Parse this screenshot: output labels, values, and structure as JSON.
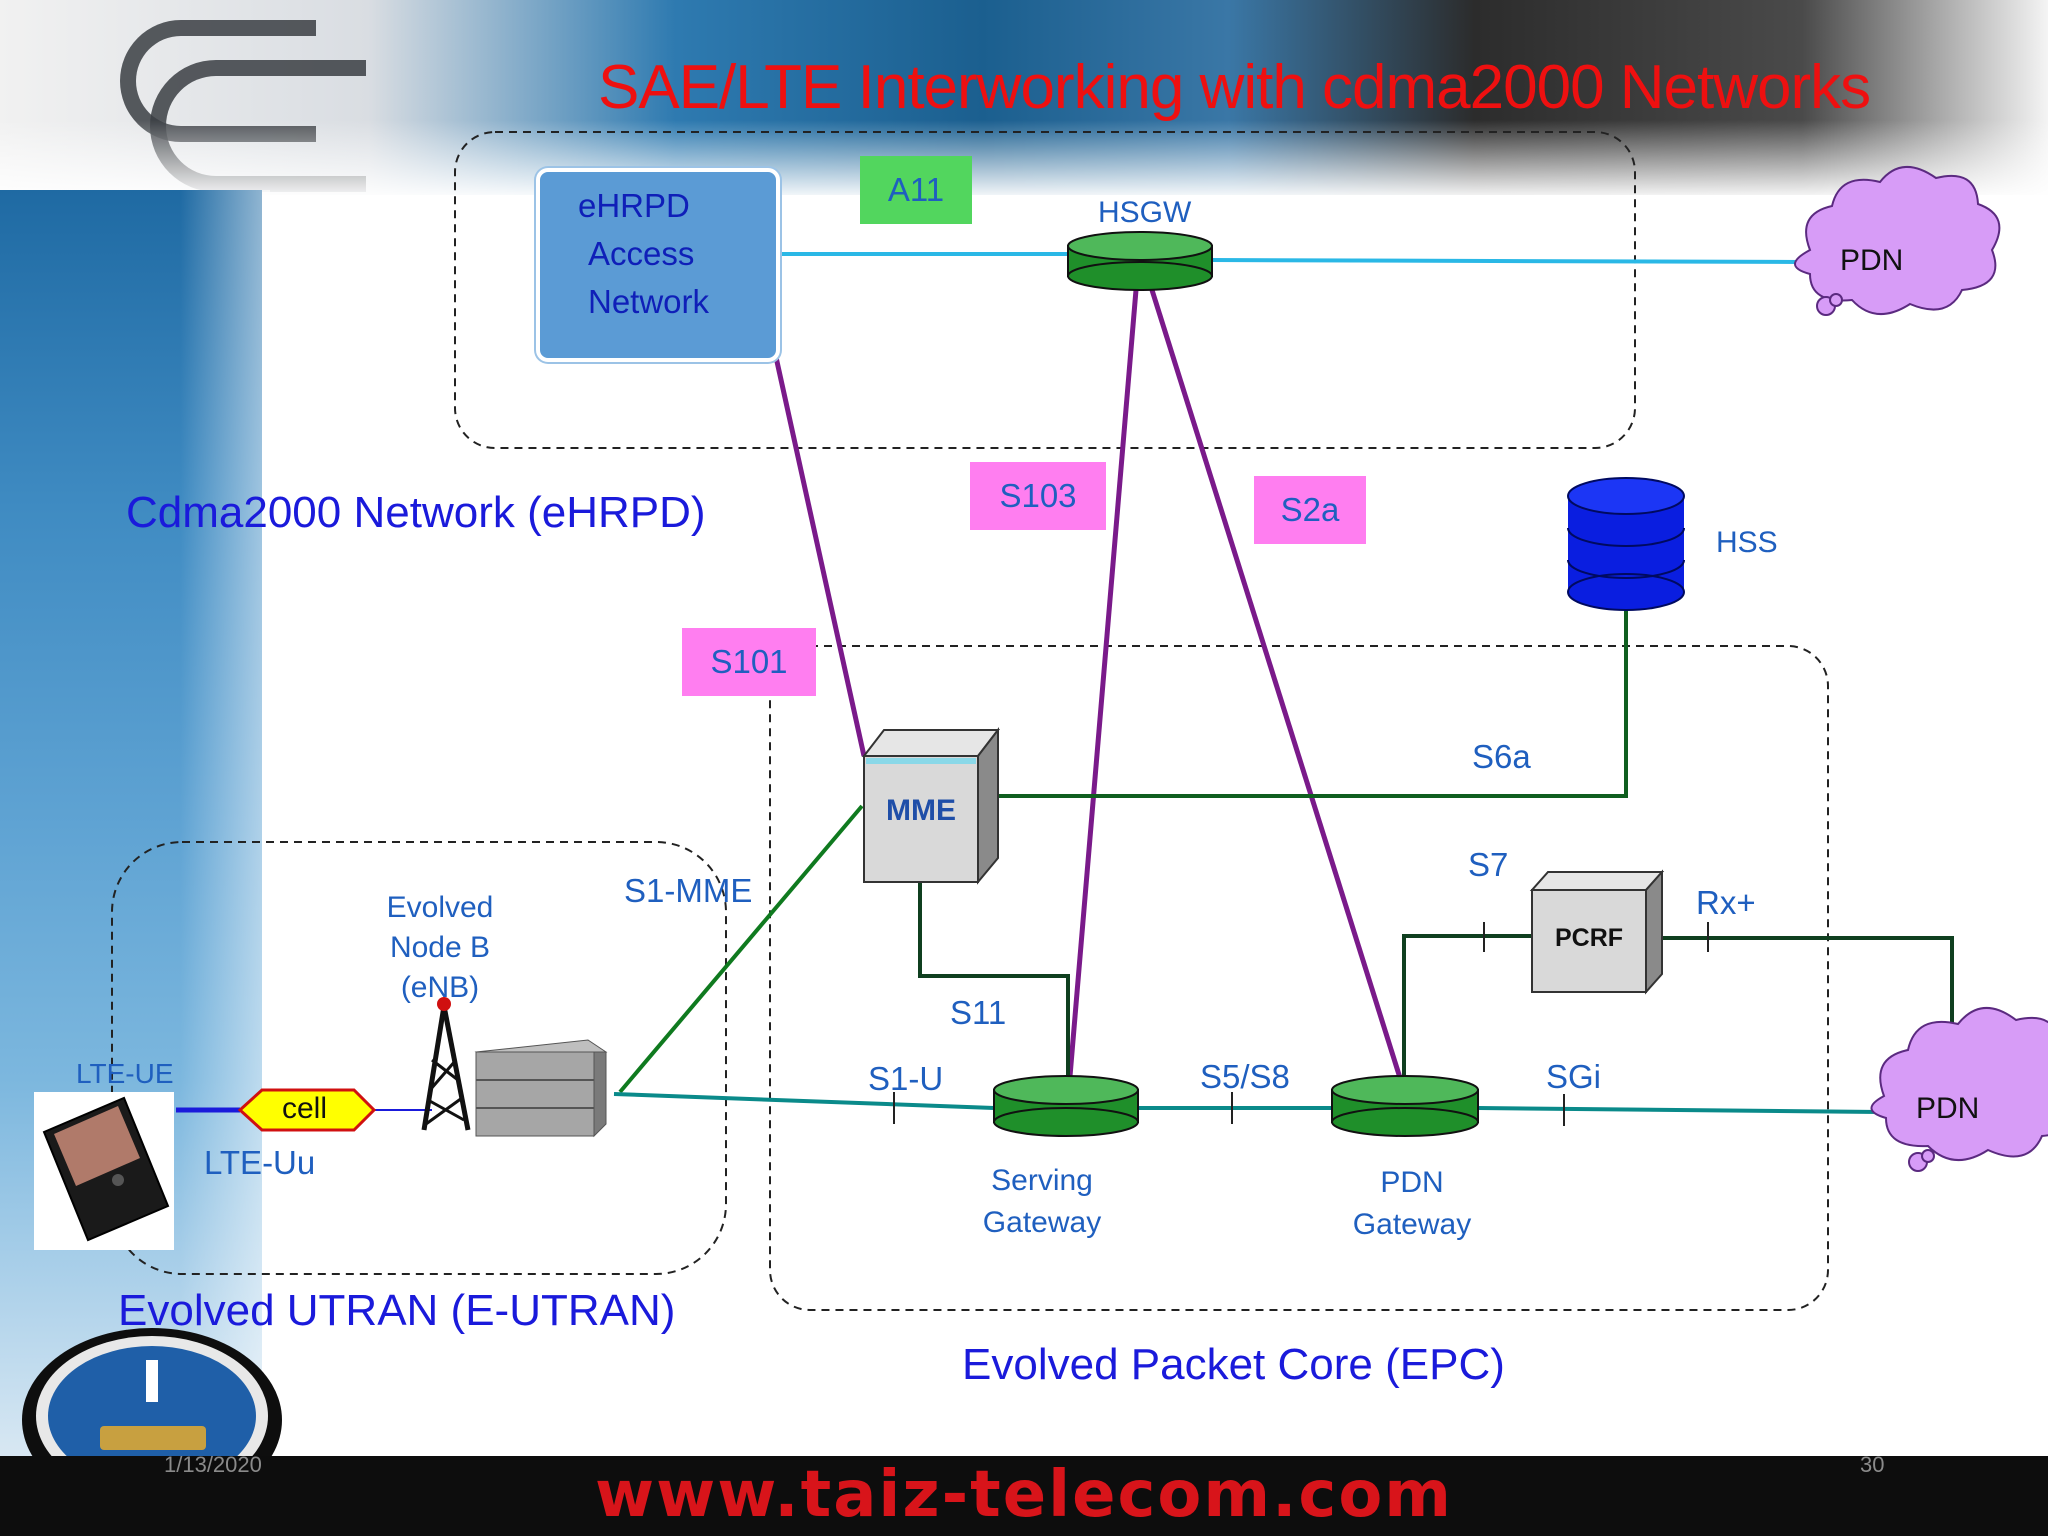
{
  "title": "SAE/LTE Interworking with cdma2000 Networks",
  "regions": {
    "cdma": "Cdma2000 Network (eHRPD)",
    "eutran": "Evolved UTRAN (E-UTRAN)",
    "epc": "Evolved Packet Core (EPC)"
  },
  "nodes": {
    "ehrpd_an": [
      "eHRPD",
      "Access",
      "Network"
    ],
    "hsgw": "HSGW",
    "pdn_top": "PDN",
    "pdn_right": "PDN",
    "hss": "HSS",
    "mme": "MME",
    "pcrf": "PCRF",
    "enb": [
      "Evolved",
      "Node B",
      "(eNB)"
    ],
    "serving_gw": [
      "Serving",
      "Gateway"
    ],
    "pdn_gw": [
      "PDN",
      "Gateway"
    ],
    "cell": "cell",
    "ue": "LTE-UE"
  },
  "interfaces": {
    "a11": "A11",
    "s103": "S103",
    "s2a": "S2a",
    "s101": "S101",
    "s6a": "S6a",
    "s7": "S7",
    "rx": "Rx+",
    "s1mme": "S1-MME",
    "s11": "S11",
    "s1u": "S1-U",
    "s5s8": "S5/S8",
    "sgi": "SGi",
    "lteuu": "LTE-Uu"
  },
  "footer": {
    "url": "www.taiz-telecom.com",
    "date": "1/13/2020",
    "page": "30"
  },
  "colors": {
    "title": "#ee1010",
    "label_blue": "#1f5fbf",
    "region_blue": "#1a1adb",
    "tag_pink": "#ff7ef0",
    "tag_green": "#52d65e",
    "link_purple": "#7a1a8a",
    "link_green": "#0f7a1f",
    "link_teal": "#0a8a8a",
    "link_cyan": "#2ab8e6",
    "cloud_fill": "#d79cf7",
    "node_green": "#1f8f2a",
    "hss_blue": "#0a1ee0"
  }
}
